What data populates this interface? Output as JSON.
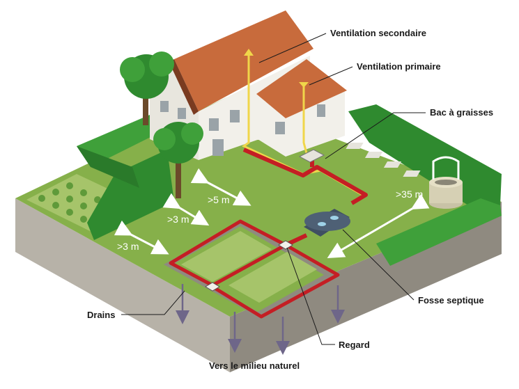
{
  "labels": {
    "ventilation_secondaire": "Ventilation secondaire",
    "ventilation_primaire": "Ventilation primaire",
    "bac_a_graisses": "Bac à graisses",
    "fosse_septique": "Fosse septique",
    "drains": "Drains",
    "regard": "Regard",
    "vers_le_milieu_naturel": "Vers le milieu naturel"
  },
  "distances": {
    "house_to_drains": ">5 m",
    "well_to_fosse": ">35 m",
    "tree_to_drains": ">3 m",
    "hedge_to_drains": ">3 m"
  },
  "colors": {
    "grass": "#86b04a",
    "grass_dark": "#6e9a36",
    "soil_side": "#b7b2a8",
    "soil_side_dark": "#8f8a80",
    "roof": "#c86b3c",
    "wall": "#f2f0ea",
    "pipe_red": "#c41e24",
    "vent_yellow": "#f0d64a",
    "hedge": "#2f8a2f",
    "arrow_white": "#ffffff",
    "infiltration_arrow": "#6e6689",
    "fosse": "#3f4f62"
  }
}
